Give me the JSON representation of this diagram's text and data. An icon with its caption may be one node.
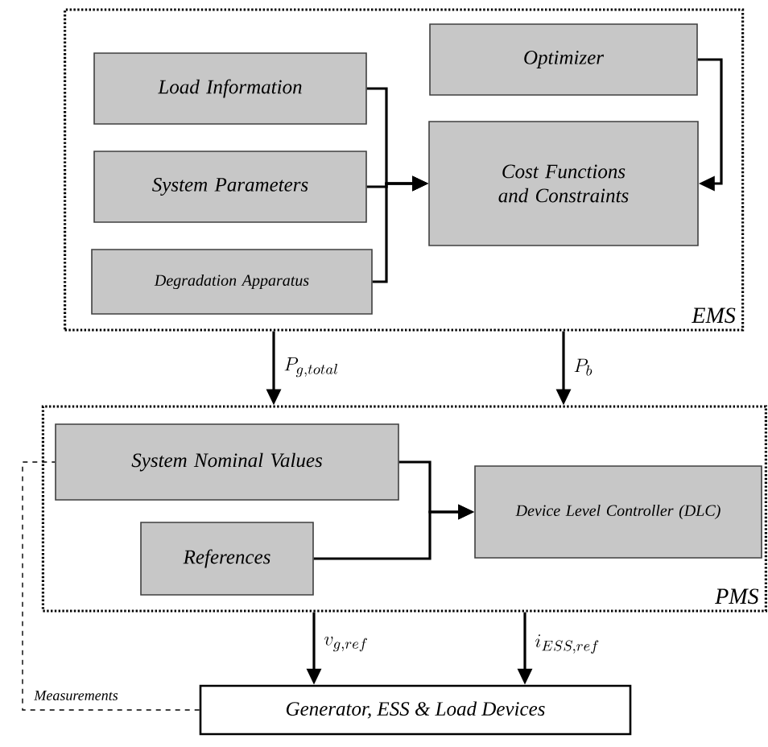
{
  "diagram": {
    "nodes": [
      {
        "text": [
          "EMS"
        ]
      },
      {
        "text": [
          "Load Information"
        ],
        "in": 0
      },
      {
        "text": [
          "Optimizer"
        ],
        "in": 0
      },
      {
        "text": [
          "System Parameters"
        ],
        "in": 0
      },
      {
        "text": [
          "Cost Functions and Constraints"
        ],
        "in": 0
      },
      {
        "text": [
          "Degradation Apparatus"
        ],
        "in": 0
      },
      {
        "text": [
          "PMS"
        ]
      },
      {
        "text": [
          "System Nominal Values"
        ],
        "in": 6
      },
      {
        "text": [
          "Device Level Controller (DLC)"
        ],
        "in": 6
      },
      {
        "text": [
          "References"
        ],
        "in": 6
      },
      {
        "text": [
          "Generator, ESS & Load Devices"
        ]
      }
    ],
    "edges": [
      {
        "from": 1,
        "to": 4,
        "arrow": "to"
      },
      {
        "from": 3,
        "to": 4,
        "arrow": "to"
      },
      {
        "from": 5,
        "to": 4,
        "arrow": "to"
      },
      {
        "from": 2,
        "to": 4,
        "arrow": "to"
      },
      {
        "from": 0,
        "to": 6,
        "arrow": "to",
        "label": "P_{g,total}"
      },
      {
        "from": 0,
        "to": 6,
        "arrow": "to",
        "label": "P_b"
      },
      {
        "from": 7,
        "to": 8,
        "arrow": "to"
      },
      {
        "from": 9,
        "to": 8,
        "arrow": "to"
      },
      {
        "from": 6,
        "to": 10,
        "arrow": "to",
        "label": "v_{g,ref}"
      },
      {
        "from": 6,
        "to": 10,
        "arrow": "to",
        "label": "i_{ESS,ref}"
      },
      {
        "from": 10,
        "to": 7,
        "arrow": "none",
        "label": "Measurements",
        "style": "dashed"
      }
    ]
  }
}
